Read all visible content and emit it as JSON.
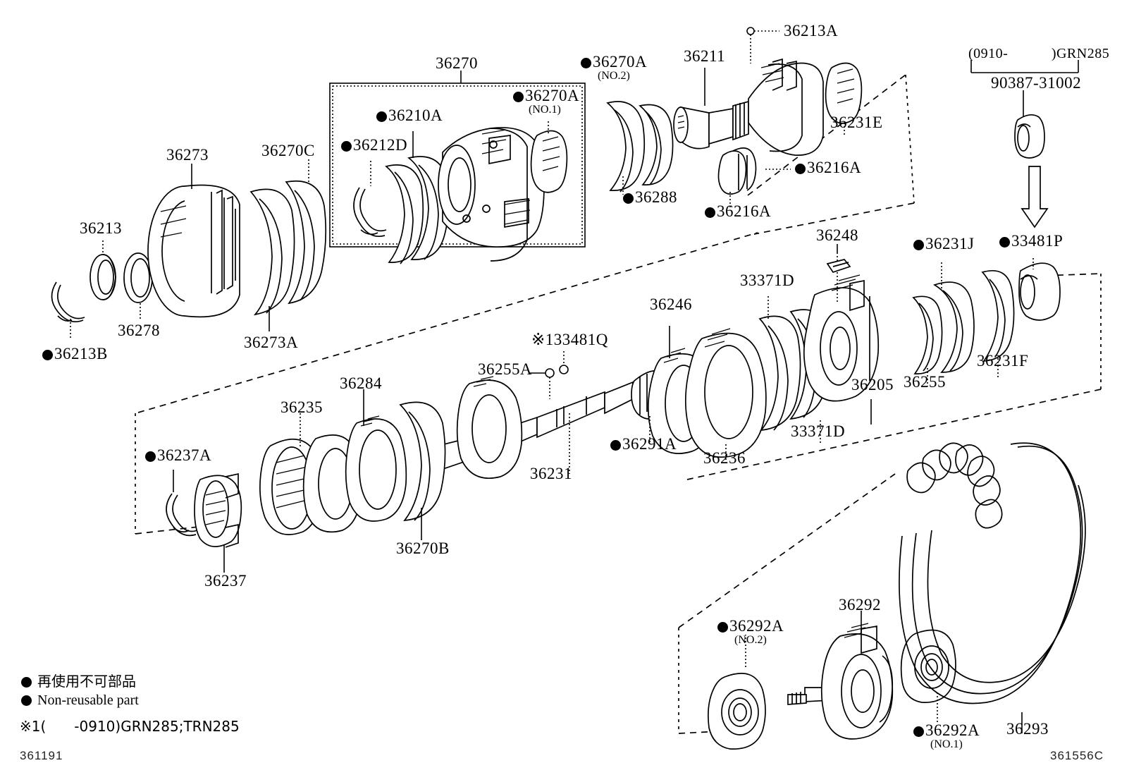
{
  "diagram": {
    "title": "Toyota transfer case exploded parts diagram",
    "corner_left": "361191",
    "corner_right": "361556C"
  },
  "legend": {
    "jp_text": "再使用不可部品",
    "en_text": "Non-reusable part",
    "note": "※1(　　-0910)GRN285;TRN285"
  },
  "group_box": {
    "label": "36270"
  },
  "bracket_note": {
    "range": "(0910-　　　)GRN285",
    "part": "90387-31002"
  },
  "labels": [
    {
      "id": "l_36273",
      "text": "36273",
      "dot": false,
      "sub": ""
    },
    {
      "id": "l_36270C",
      "text": "36270C",
      "dot": false,
      "sub": ""
    },
    {
      "id": "l_36213",
      "text": "36213",
      "dot": false,
      "sub": ""
    },
    {
      "id": "l_36278",
      "text": "36278",
      "dot": false,
      "sub": ""
    },
    {
      "id": "l_36213B",
      "text": "36213B",
      "dot": true,
      "sub": ""
    },
    {
      "id": "l_36273A",
      "text": "36273A",
      "dot": false,
      "sub": ""
    },
    {
      "id": "l_36270",
      "text": "36270",
      "dot": false,
      "sub": ""
    },
    {
      "id": "l_36212D",
      "text": "36212D",
      "dot": true,
      "sub": ""
    },
    {
      "id": "l_36210A",
      "text": "36210A",
      "dot": true,
      "sub": ""
    },
    {
      "id": "l_36270A1",
      "text": "36270A",
      "dot": true,
      "sub": "(NO.1)"
    },
    {
      "id": "l_36270A2",
      "text": "36270A",
      "dot": true,
      "sub": "(NO.2)"
    },
    {
      "id": "l_36288",
      "text": "36288",
      "dot": true,
      "sub": ""
    },
    {
      "id": "l_36211",
      "text": "36211",
      "dot": false,
      "sub": ""
    },
    {
      "id": "l_36213A",
      "text": "36213A",
      "dot": false,
      "sub": ""
    },
    {
      "id": "l_36231E",
      "text": "36231E",
      "dot": false,
      "sub": ""
    },
    {
      "id": "l_36216A1",
      "text": "36216A",
      "dot": true,
      "sub": ""
    },
    {
      "id": "l_36216A2",
      "text": "36216A",
      "dot": true,
      "sub": ""
    },
    {
      "id": "l_36248",
      "text": "36248",
      "dot": false,
      "sub": ""
    },
    {
      "id": "l_33371D1",
      "text": "33371D",
      "dot": false,
      "sub": ""
    },
    {
      "id": "l_33371D2",
      "text": "33371D",
      "dot": false,
      "sub": ""
    },
    {
      "id": "l_36246",
      "text": "36246",
      "dot": false,
      "sub": ""
    },
    {
      "id": "l_36236",
      "text": "36236",
      "dot": false,
      "sub": ""
    },
    {
      "id": "l_36205",
      "text": "36205",
      "dot": false,
      "sub": ""
    },
    {
      "id": "l_36231J",
      "text": "36231J",
      "dot": true,
      "sub": ""
    },
    {
      "id": "l_33481P",
      "text": "33481P",
      "dot": true,
      "sub": ""
    },
    {
      "id": "l_36255",
      "text": "36255",
      "dot": false,
      "sub": ""
    },
    {
      "id": "l_36231F",
      "text": "36231F",
      "dot": false,
      "sub": ""
    },
    {
      "id": "l_133481Q",
      "text": "※133481Q",
      "dot": false,
      "sub": ""
    },
    {
      "id": "l_36255A",
      "text": "36255A",
      "dot": false,
      "sub": ""
    },
    {
      "id": "l_36231",
      "text": "36231",
      "dot": false,
      "sub": ""
    },
    {
      "id": "l_36291A",
      "text": "36291A",
      "dot": true,
      "sub": ""
    },
    {
      "id": "l_36284",
      "text": "36284",
      "dot": false,
      "sub": ""
    },
    {
      "id": "l_36235",
      "text": "36235",
      "dot": false,
      "sub": ""
    },
    {
      "id": "l_36270B",
      "text": "36270B",
      "dot": false,
      "sub": ""
    },
    {
      "id": "l_36237A",
      "text": "36237A",
      "dot": true,
      "sub": ""
    },
    {
      "id": "l_36237",
      "text": "36237",
      "dot": false,
      "sub": ""
    },
    {
      "id": "l_36292",
      "text": "36292",
      "dot": false,
      "sub": ""
    },
    {
      "id": "l_36292A2",
      "text": "36292A",
      "dot": true,
      "sub": "(NO.2)"
    },
    {
      "id": "l_36292A1",
      "text": "36292A",
      "dot": true,
      "sub": "(NO.1)"
    },
    {
      "id": "l_36293",
      "text": "36293",
      "dot": false,
      "sub": ""
    }
  ]
}
